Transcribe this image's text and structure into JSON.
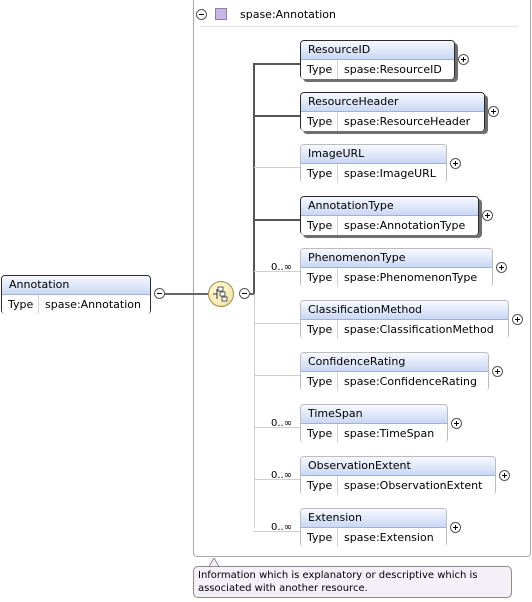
{
  "root": {
    "name": "Annotation",
    "type_label": "Type",
    "type_value": "spase:Annotation"
  },
  "group": {
    "title": "spase:Annotation"
  },
  "children": [
    {
      "name": "ResourceID",
      "type_label": "Type",
      "type_value": "spase:ResourceID",
      "cardinality": "",
      "required": true
    },
    {
      "name": "ResourceHeader",
      "type_label": "Type",
      "type_value": "spase:ResourceHeader",
      "cardinality": "",
      "required": true
    },
    {
      "name": "ImageURL",
      "type_label": "Type",
      "type_value": "spase:ImageURL",
      "cardinality": "",
      "required": false
    },
    {
      "name": "AnnotationType",
      "type_label": "Type",
      "type_value": "spase:AnnotationType",
      "cardinality": "",
      "required": true
    },
    {
      "name": "PhenomenonType",
      "type_label": "Type",
      "type_value": "spase:PhenomenonType",
      "cardinality": "0..∞",
      "required": false
    },
    {
      "name": "ClassificationMethod",
      "type_label": "Type",
      "type_value": "spase:ClassificationMethod",
      "cardinality": "",
      "required": false
    },
    {
      "name": "ConfidenceRating",
      "type_label": "Type",
      "type_value": "spase:ConfidenceRating",
      "cardinality": "",
      "required": false
    },
    {
      "name": "TimeSpan",
      "type_label": "Type",
      "type_value": "spase:TimeSpan",
      "cardinality": "0..∞",
      "required": false
    },
    {
      "name": "ObservationExtent",
      "type_label": "Type",
      "type_value": "spase:ObservationExtent",
      "cardinality": "0..∞",
      "required": false
    },
    {
      "name": "Extension",
      "type_label": "Type",
      "type_value": "spase:Extension",
      "cardinality": "0..∞",
      "required": false
    }
  ],
  "documentation": "Information which is explanatory or descriptive which is associated with another resource.",
  "colors": {
    "header_top": "#f7f9ff",
    "header_bottom": "#c9d8f4",
    "type_marker": "#c9b6e6",
    "compositor": "#f1df95",
    "note_bg": "#f3f0f8"
  },
  "icons": {
    "expand": "plus-circle-icon",
    "collapse": "minus-circle-icon",
    "compositor": "sequence-compositor-icon",
    "type": "complex-type-icon"
  }
}
